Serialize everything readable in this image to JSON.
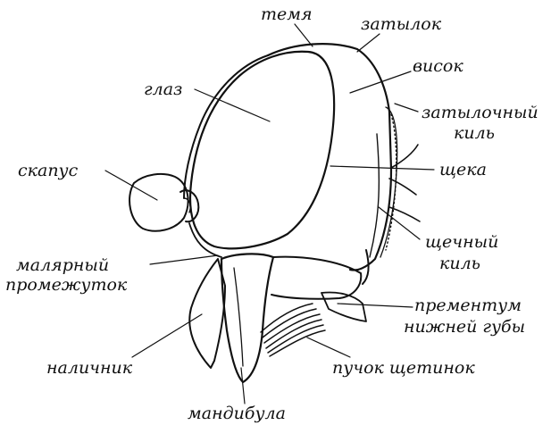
{
  "diagram": {
    "labels": {
      "temya": "темя",
      "zatylok": "затылок",
      "visok": "висок",
      "glaz": "глаз",
      "zatylochny_kil_1": "затылочный",
      "zatylochny_kil_2": "киль",
      "skapus": "скапус",
      "shcheka": "щека",
      "malyarny_1": "малярный",
      "malyarny_2": "промежуток",
      "shchechny_kil_1": "щечный",
      "shchechny_kil_2": "киль",
      "prementum_1": "прементум",
      "prementum_2": "нижней губы",
      "nalichnik": "наличник",
      "puchok": "пучок щетинок",
      "mandibula": "мандибула"
    },
    "colors": {
      "ink": "#111111",
      "background": "#ffffff"
    }
  }
}
